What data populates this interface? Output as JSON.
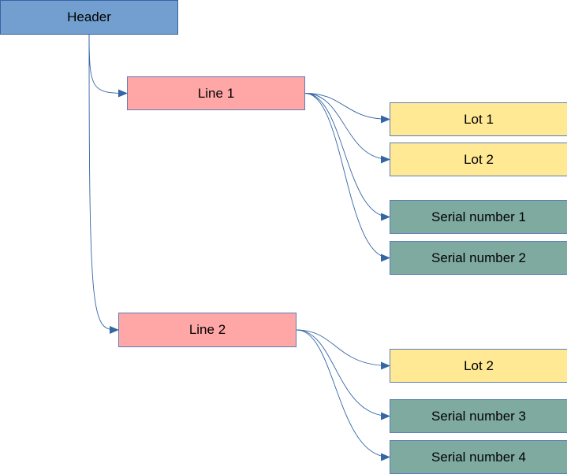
{
  "colors": {
    "header": "#729fcf",
    "header_border": "#3465a4",
    "line": "#ffa6a6",
    "line_border": "#5b7fb8",
    "lot": "#ffe994",
    "lot_border": "#5b7fb8",
    "serial": "#77bc9f",
    "serial_fill": "#7faaa0",
    "serial_border": "#5b7fb8",
    "connector": "#3465a4"
  },
  "nodes": {
    "header": {
      "label": "Header",
      "kind": "header"
    },
    "line1": {
      "label": "Line 1",
      "kind": "line"
    },
    "line2": {
      "label": "Line 2",
      "kind": "line"
    },
    "line1_lot1": {
      "label": "Lot 1",
      "kind": "lot"
    },
    "line1_lot2": {
      "label": "Lot 2",
      "kind": "lot"
    },
    "line1_serial1": {
      "label": "Serial number 1",
      "kind": "serial"
    },
    "line1_serial2": {
      "label": "Serial number 2",
      "kind": "serial"
    },
    "line2_lot2": {
      "label": "Lot 2",
      "kind": "lot"
    },
    "line2_serial3": {
      "label": "Serial number 3",
      "kind": "serial"
    },
    "line2_serial4": {
      "label": "Serial number 4",
      "kind": "serial"
    }
  },
  "edges": [
    {
      "from": "header",
      "to": "line1"
    },
    {
      "from": "header",
      "to": "line2"
    },
    {
      "from": "line1",
      "to": "line1_lot1"
    },
    {
      "from": "line1",
      "to": "line1_lot2"
    },
    {
      "from": "line1",
      "to": "line1_serial1"
    },
    {
      "from": "line1",
      "to": "line1_serial2"
    },
    {
      "from": "line2",
      "to": "line2_lot2"
    },
    {
      "from": "line2",
      "to": "line2_serial3"
    },
    {
      "from": "line2",
      "to": "line2_serial4"
    }
  ]
}
